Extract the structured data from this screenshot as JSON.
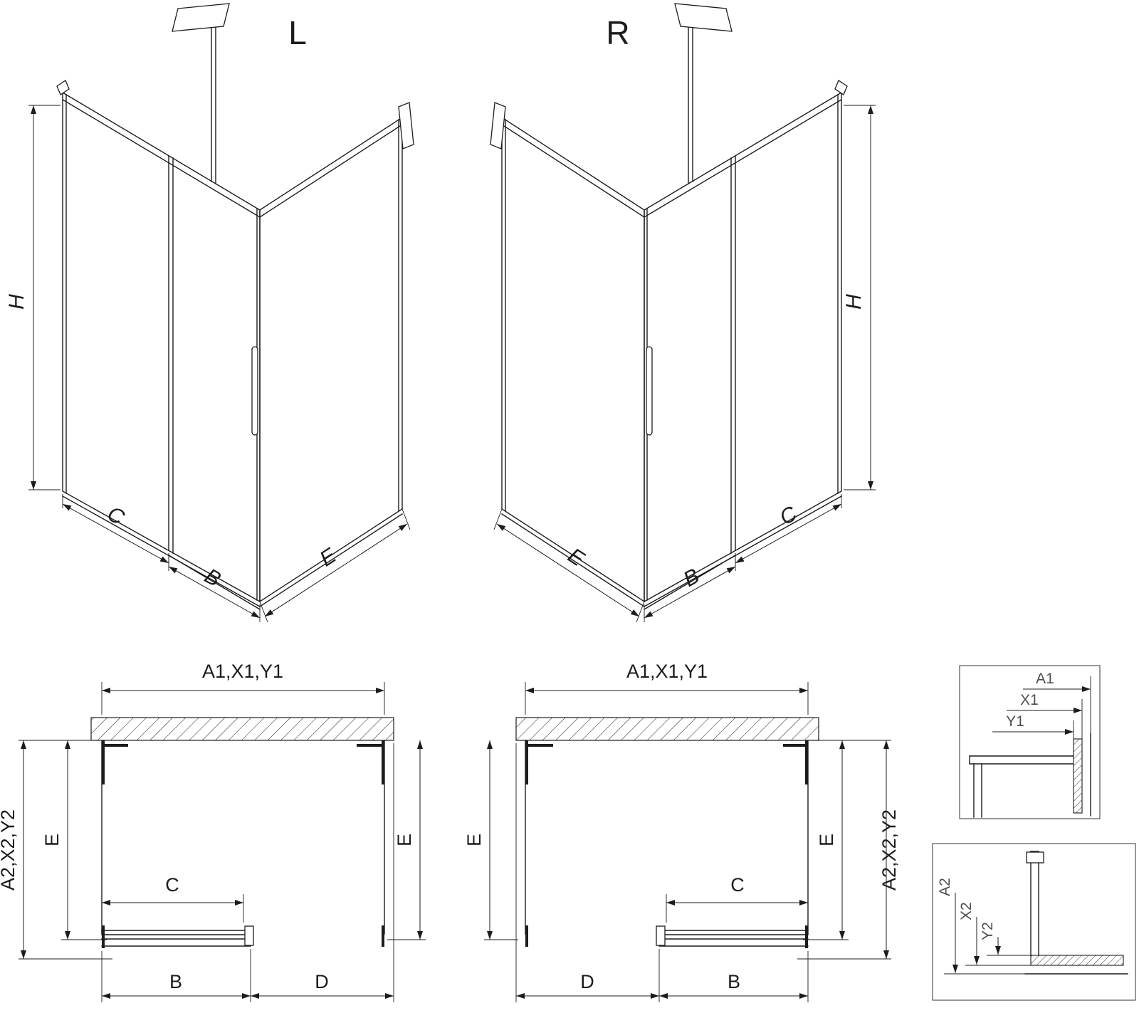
{
  "colors": {
    "line": "#1c1c1c",
    "background": "#ffffff",
    "detail_label": "#4f4f4f"
  },
  "iso_left": {
    "title": "L",
    "dim_h": "H",
    "dim_c": "C",
    "dim_b": "B",
    "dim_e": "E"
  },
  "iso_right": {
    "title": "R",
    "dim_h": "H",
    "dim_c": "C",
    "dim_b": "B",
    "dim_e": "E"
  },
  "plan_left": {
    "dim_top": "A1,X1,Y1",
    "dim_left_outer": "A2,X2,Y2",
    "dim_left_inner": "E",
    "dim_c": "C",
    "dim_b": "B",
    "dim_d": "D",
    "dim_right": "E"
  },
  "plan_right": {
    "dim_top": "A1,X1,Y1",
    "dim_left": "E",
    "dim_c": "C",
    "dim_d": "D",
    "dim_b": "B",
    "dim_right_inner": "E",
    "dim_right_outer": "A2,X2,Y2"
  },
  "detail_top": {
    "dim_a1": "A1",
    "dim_x1": "X1",
    "dim_y1": "Y1"
  },
  "detail_bottom": {
    "dim_a2": "A2",
    "dim_x2": "X2",
    "dim_y2": "Y2"
  }
}
